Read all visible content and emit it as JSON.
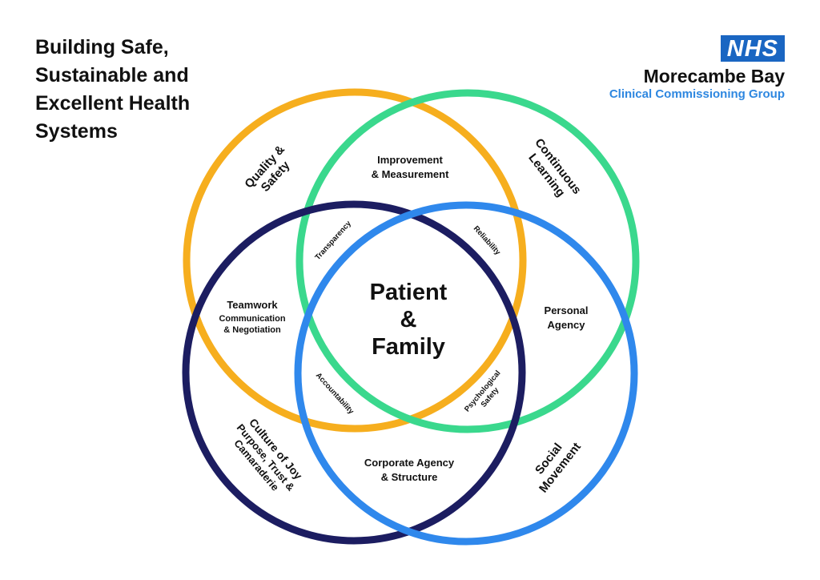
{
  "title": {
    "lines": [
      "Building Safe,",
      "Sustainable and",
      "Excellent Health",
      "Systems"
    ]
  },
  "brand": {
    "badge": "NHS",
    "name": "Morecambe Bay",
    "subtitle": "Clinical Commissioning Group"
  },
  "colors": {
    "quality_circle": "#f6ae1e",
    "learning_circle": "#3ad88d",
    "culture_circle": "#1c1d61",
    "social_circle": "#2f88ec",
    "nhs_blue": "#1a66c2",
    "subtitle_blue": "#2e87e0"
  },
  "circles": {
    "quality": [
      "Quality &",
      "Safety"
    ],
    "learning": [
      "Continuous",
      "Learning"
    ],
    "culture": [
      "Culture of Joy",
      "Purpose, Trust &",
      "Camaraderie"
    ],
    "social": [
      "Social",
      "Movement"
    ]
  },
  "regions": {
    "improvement": [
      "Improvement",
      "& Measurement"
    ],
    "teamwork": [
      "Teamwork",
      "Communication",
      "& Negotiation"
    ],
    "personal_agency": [
      "Personal",
      "Agency"
    ],
    "corporate_agency": [
      "Corporate Agency",
      "& Structure"
    ],
    "transparency": "Transparency",
    "reliability": "Reliability",
    "accountability": "Accountability",
    "psychological_safety": [
      "Psychological",
      "Safety"
    ]
  },
  "center": [
    "Patient",
    "&",
    "Family"
  ]
}
